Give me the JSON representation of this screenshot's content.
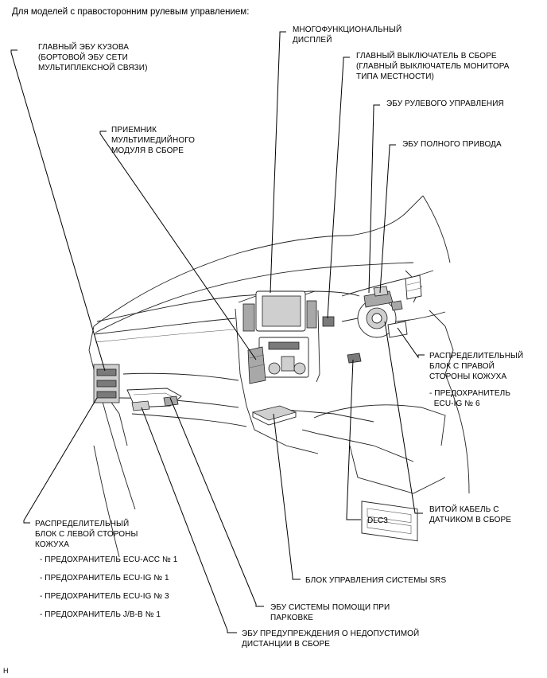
{
  "header": "Для моделей с правосторонним рулевым управлением:",
  "figure_ref": "H",
  "labels": {
    "main_body_ecu": "ГЛАВНЫЙ ЭБУ КУЗОВА\n(БОРТОВОЙ ЭБУ СЕТИ\nМУЛЬТИПЛЕКСНОЙ СВЯЗИ)",
    "multimedia_receiver": "ПРИЕМНИК\nМУЛЬТИМЕДИЙНОГО\nМОДУЛЯ В СБОРЕ",
    "multi_display": "МНОГОФУНКЦИОНАЛЬНЫЙ\nДИСПЛЕЙ",
    "main_switch": "ГЛАВНЫЙ ВЫКЛЮЧАТЕЛЬ В СБОРЕ\n(ГЛАВНЫЙ ВЫКЛЮЧАТЕЛЬ МОНИТОРА\nТИПА МЕСТНОСТИ)",
    "steering_ecu": "ЭБУ РУЛЕВОГО УПРАВЛЕНИЯ",
    "awd_ecu": "ЭБУ ПОЛНОГО ПРИВОДА",
    "right_junction_block": "РАСПРЕДЕЛИТЕЛЬНЫЙ\nБЛОК С ПРАВОЙ\nСТОРОНЫ КОЖУХА",
    "right_fuse_ecu_ig6": "- ПРЕДОХРАНИТЕЛЬ\n  ECU-IG № 6",
    "spiral_cable": "ВИТОЙ КАБЕЛЬ С\nДАТЧИКОМ В СБОРЕ",
    "dlc3": "DLC3",
    "left_junction_block": "РАСПРЕДЕЛИТЕЛЬНЫЙ\nБЛОК С ЛЕВОЙ СТОРОНЫ\nКОЖУХА",
    "left_fuse_acc1": "- ПРЕДОХРАНИТЕЛЬ ECU-ACC № 1",
    "left_fuse_ig1": "- ПРЕДОХРАНИТЕЛЬ ECU-IG № 1",
    "left_fuse_ig3": "- ПРЕДОХРАНИТЕЛЬ ECU-IG № 3",
    "left_fuse_jb1": "- ПРЕДОХРАНИТЕЛЬ J/B-B № 1",
    "srs_unit": "БЛОК УПРАВЛЕНИЯ СИСТЕМЫ SRS",
    "parking_assist_ecu": "ЭБУ СИСТЕМЫ ПОМОЩИ ПРИ\nПАРКОВКЕ",
    "distance_warning_ecu": "ЭБУ ПРЕДУПРЕЖДЕНИЯ О НЕДОПУСТИМОЙ\nДИСТАНЦИИ В СБОРЕ"
  }
}
